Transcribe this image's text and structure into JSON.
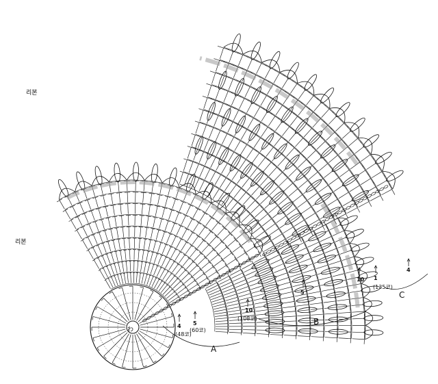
{
  "diagram": {
    "ribbon_label_top": "리본",
    "ribbon_label_left": "리본",
    "center_label": "わ",
    "section_labels": {
      "a": "A",
      "b": "B",
      "c": "C"
    },
    "round_numbers_a": {
      "r4": "4",
      "r5": "5"
    },
    "stitch_counts_a": {
      "c48": "(48코)",
      "c60": "(60코)"
    },
    "round_numbers_b": {
      "r10": "10",
      "r5": "5"
    },
    "stitch_counts_b": {
      "c108": "(108코)"
    },
    "round_numbers_c": {
      "r10": "10",
      "r1": "1",
      "r4": "4"
    },
    "stitch_counts_c": {
      "c135": "(135코)"
    },
    "line_color": "#111111",
    "ribbon_color": "#9a9a9a"
  }
}
